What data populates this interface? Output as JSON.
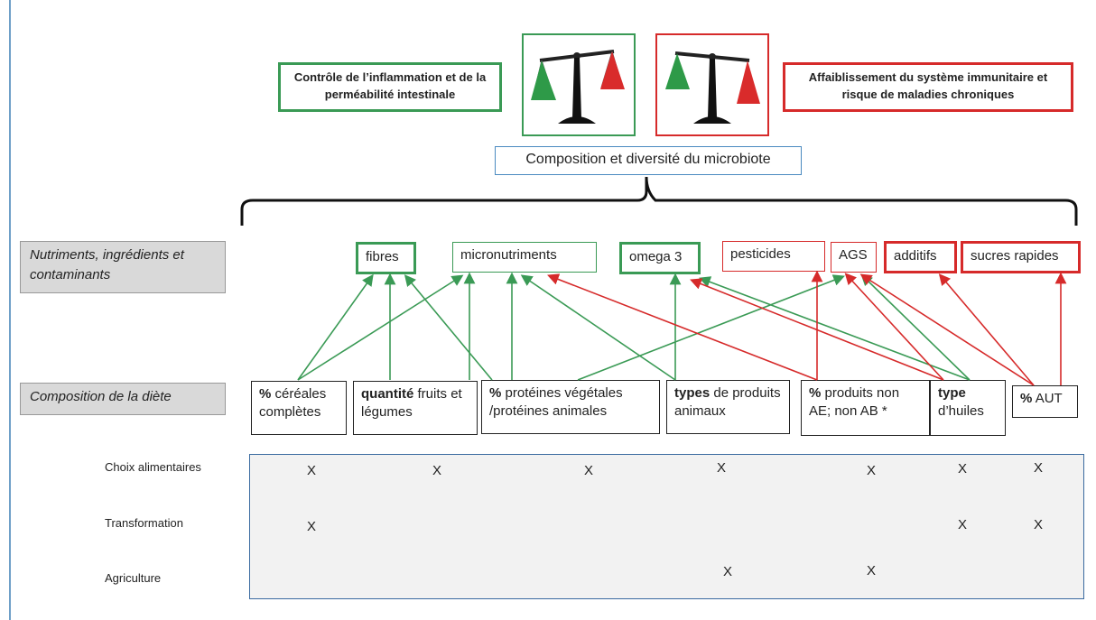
{
  "outcomes": {
    "positive": "Contrôle de l’inflammation et de la perméabilité intestinale",
    "negative": "Affaiblissement du système immunitaire et risque de maladies chroniques"
  },
  "center_box": "Composition et diversité du microbiote",
  "categories": {
    "nutrients": "Nutriments, ingrédients et contaminants",
    "diet": "Composition de la diète"
  },
  "nutrients": [
    {
      "label": "fibres",
      "effect": "positive"
    },
    {
      "label": "micronutriments",
      "effect": "positive"
    },
    {
      "label": "omega 3",
      "effect": "positive"
    },
    {
      "label": "pesticides",
      "effect": "negative"
    },
    {
      "label": "AGS",
      "effect": "negative"
    },
    {
      "label": "additifs",
      "effect": "negative"
    },
    {
      "label": "sucres rapides",
      "effect": "negative"
    }
  ],
  "diet": [
    {
      "bold": "%",
      "rest": "céréales complètes"
    },
    {
      "bold": "quantité",
      "rest": "fruits et légumes"
    },
    {
      "bold": "%",
      "rest": "protéines végétales /protéines animales"
    },
    {
      "bold": "types",
      "rest": "de produits animaux"
    },
    {
      "bold": "%",
      "rest": "produits non AE; non AB *"
    },
    {
      "bold": "type",
      "rest": "d’huiles"
    },
    {
      "bold": "%",
      "rest": "AUT"
    }
  ],
  "levels": [
    "Choix alimentaires",
    "Transformation",
    "Agriculture"
  ],
  "mark": "X",
  "matrix": {
    "Choix alimentaires": [
      1,
      1,
      1,
      1,
      1,
      1,
      1
    ],
    "Transformation": [
      1,
      0,
      0,
      0,
      0,
      1,
      1
    ],
    "Agriculture": [
      0,
      0,
      0,
      1,
      1,
      0,
      0
    ]
  },
  "colors": {
    "positive": "#3a9a55",
    "negative": "#d62a2a",
    "grid_border": "#3a6aa0"
  }
}
